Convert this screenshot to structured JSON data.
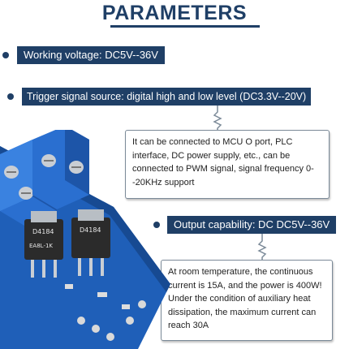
{
  "title": "PARAMETERS",
  "params": {
    "working_voltage": "Working voltage: DC5V--36V",
    "trigger_source": "Trigger signal source: digital high and low level (DC3.3V--20V)",
    "output_capability": "Output capability: DC DC5V--36V"
  },
  "notes": {
    "trigger_note": "It can be connected to MCU O port, PLC interface, DC power supply, etc., can be connected to PWM signal, signal frequency 0--20KHz support",
    "output_note": "At room temperature, the continuous current is 15A, and the power is 400W! Under the condition of auxiliary heat dissipation, the maximum current can reach 30A"
  },
  "board": {
    "mosfet_label_1": "D4184",
    "mosfet_label_2": "D4184",
    "mosfet_code": "EA8L-1K"
  },
  "colors": {
    "accent": "#1f3f66",
    "board": "#1f5fb8",
    "terminal": "#2a6fd0"
  }
}
